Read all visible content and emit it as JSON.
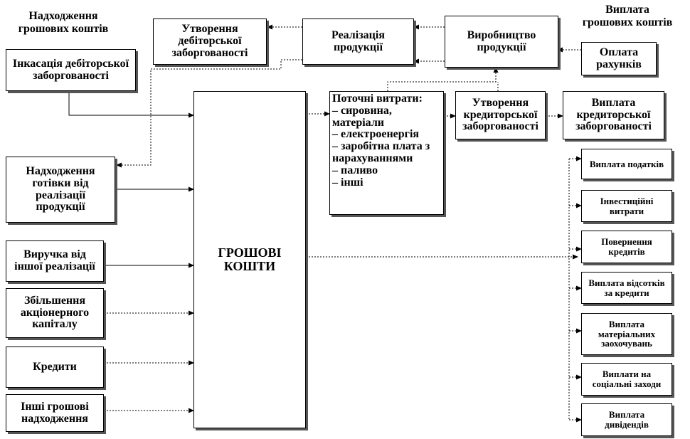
{
  "headers": {
    "inflows": "Надходження\nгрошових коштів",
    "outflows": "Виплата\nгрошових коштів"
  },
  "center": "ГРОШОВІ\nКОШТИ",
  "top_chain": {
    "receivables_creation": "Утворення\nдебіторської\nзаборгованості",
    "sales": "Реалізація\nпродукції",
    "production": "Виробництво\nпродукції",
    "pay_bills": "Оплата\nрахунків"
  },
  "middle_chain": {
    "current_costs": "Поточні витрати:\n– сировина,\nматеріали\n– електроенергія\n– заробітна плата з\nнарахуваннями\n– паливо\n– інші",
    "payables_creation": "Утворення\nкредиторської\nзаборгованості",
    "payables_payment": "Виплата\nкредиторської\nзаборгованості"
  },
  "inflows": [
    "Інкасація дебіторської\nзаборгованості",
    "Надходження\nготівки від\nреалізації\nпродукції",
    "Виручка від\nіншої реалізації",
    "Збільшення\nакціонерного\nкапіталу",
    "Кредити",
    "Інші грошові\nнадходження"
  ],
  "outflows": [
    "Виплата податків",
    "Інвестиційні\nвитрати",
    "Повернення\nкредитів",
    "Виплата відсотків\nза кредити",
    "Виплата\nматеріальних\nзаохочувань",
    "Виплати на\nсоціальні  заходи",
    "Виплата\nдивідендів"
  ],
  "colors": {
    "line": "#000000",
    "shadow": "#555555"
  }
}
